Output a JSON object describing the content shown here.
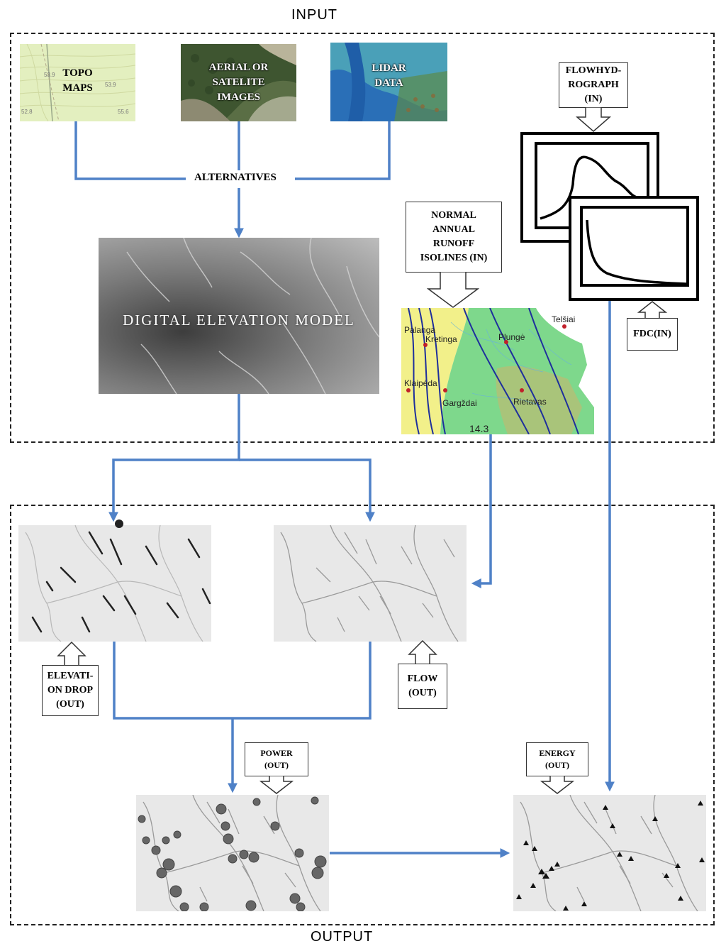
{
  "titles": {
    "input": "INPUT",
    "output": "OUTPUT"
  },
  "inputs": {
    "topo": [
      "TOPO",
      "MAPS"
    ],
    "topo_numbers": [
      "53.9",
      "53.9",
      "55.6",
      "52.8"
    ],
    "aerial": [
      "AERIAL OR",
      "SATELITE",
      "IMAGES"
    ],
    "lidar": [
      "LIDAR",
      "DATA"
    ]
  },
  "alternatives": "ALTERNATIVES",
  "dem": "DIGITAL ELEVATION MODEL",
  "callouts": {
    "flow_hydrograph": [
      "FLOWHYD-",
      "ROGRAPH",
      "(IN)"
    ],
    "normal_runoff": [
      "NORMAL",
      "ANNUAL",
      "RUNOFF",
      "ISOLINES (IN)"
    ],
    "fdc": "FDC(IN)",
    "elevation_drop": [
      "ELEVATI-",
      "ON DROP",
      "(OUT)"
    ],
    "flow_out": [
      "FLOW",
      "(OUT)"
    ],
    "power_out": [
      "POWER",
      "(OUT)"
    ],
    "energy_out": [
      "ENERGY",
      "(OUT)"
    ]
  },
  "map": {
    "towns": [
      "Telšiai",
      "Palanga",
      "Kretinga",
      "Plungė",
      "Klaipėda",
      "Gargždai",
      "Rietavas"
    ],
    "isoline_value": "14.3"
  },
  "colors": {
    "connector": "#4f81c7",
    "dashed_border": "#222222",
    "panel_gray": "#e6e6e6"
  }
}
